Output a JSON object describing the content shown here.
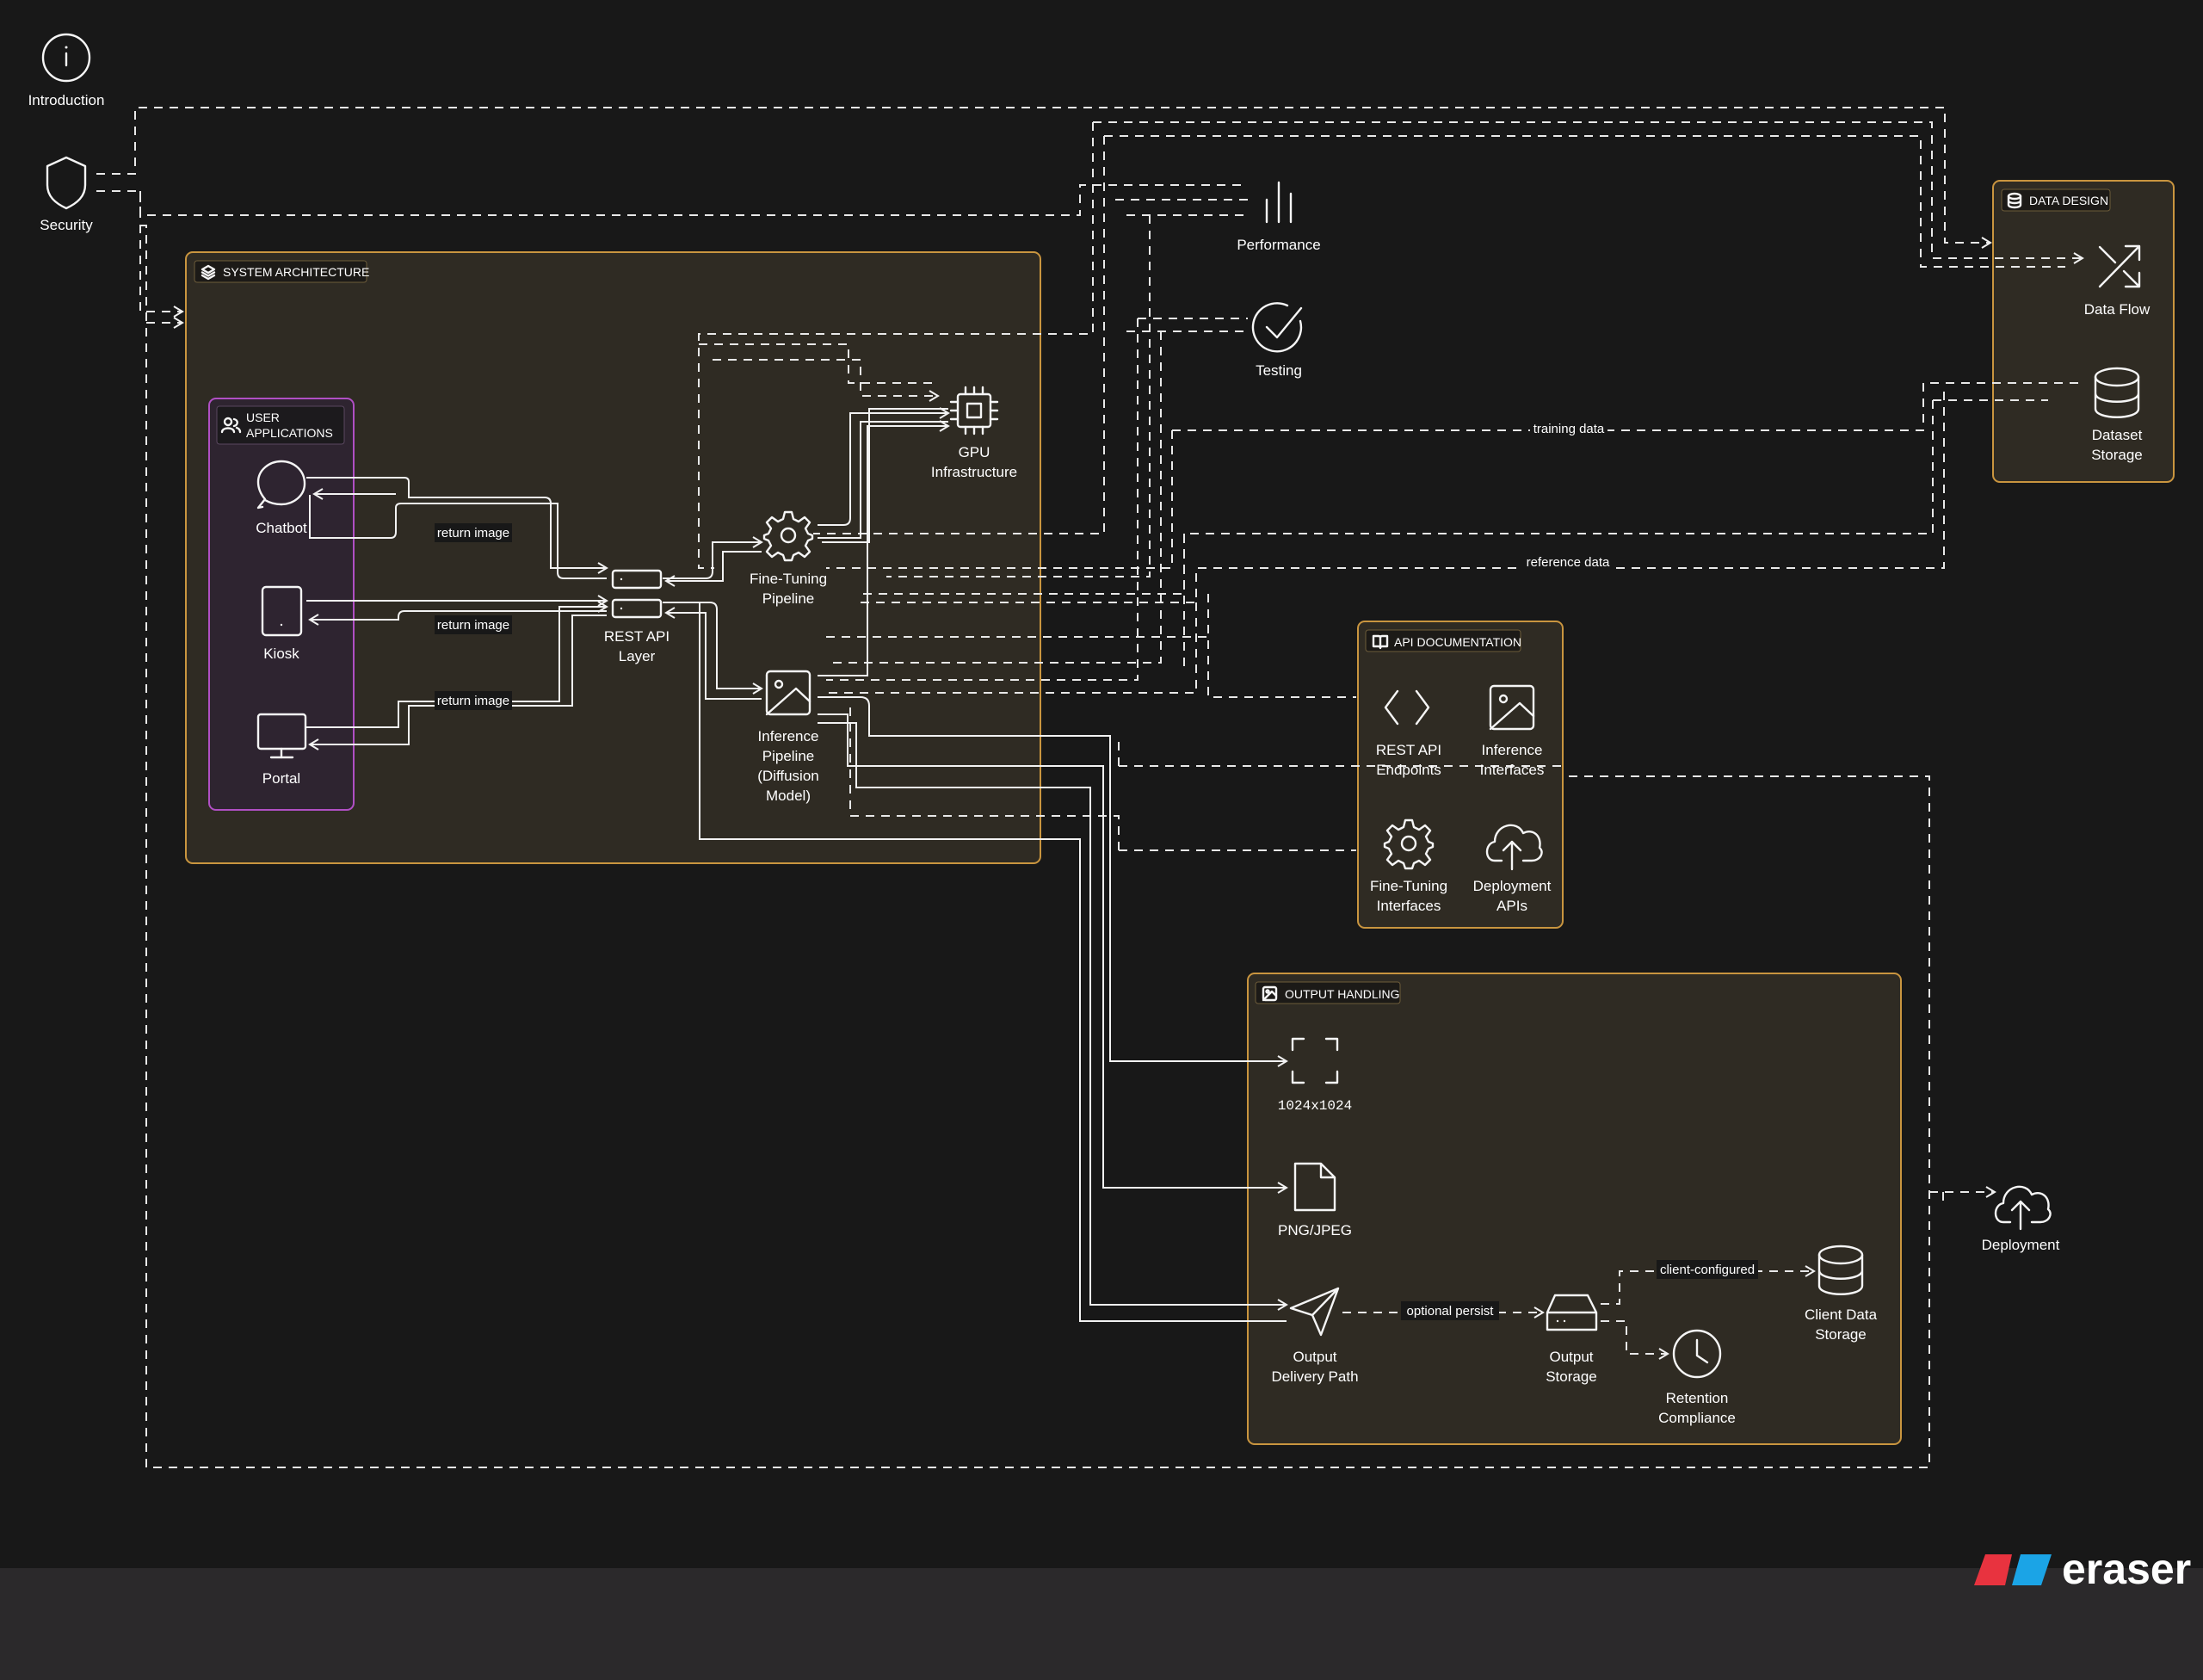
{
  "nodes": {
    "introduction": "Introduction",
    "security": "Security",
    "performance": "Performance",
    "testing": "Testing",
    "chatbot": "Chatbot",
    "kiosk": "Kiosk",
    "portal": "Portal",
    "rest_api_layer_1": "REST API",
    "rest_api_layer_2": "Layer",
    "fine_tuning_1": "Fine-Tuning",
    "fine_tuning_2": "Pipeline",
    "gpu_1": "GPU",
    "gpu_2": "Infrastructure",
    "inference_1": "Inference",
    "inference_2": "Pipeline",
    "inference_3": "(Diffusion",
    "inference_4": "Model)",
    "data_flow": "Data Flow",
    "dataset_storage_1": "Dataset",
    "dataset_storage_2": "Storage",
    "api_endpoints_1": "REST API",
    "api_endpoints_2": "Endpoints",
    "inference_interfaces_1": "Inference",
    "inference_interfaces_2": "Interfaces",
    "fine_tuning_interfaces_1": "Fine-Tuning",
    "fine_tuning_interfaces_2": "Interfaces",
    "deployment_apis_1": "Deployment",
    "deployment_apis_2": "APIs",
    "resolution": "1024x1024",
    "format": "PNG/JPEG",
    "output_delivery_1": "Output",
    "output_delivery_2": "Delivery Path",
    "output_storage_1": "Output",
    "output_storage_2": "Storage",
    "retention_1": "Retention",
    "retention_2": "Compliance",
    "client_storage_1": "Client Data",
    "client_storage_2": "Storage",
    "deployment": "Deployment"
  },
  "groups": {
    "system_architecture": "SYSTEM ARCHITECTURE",
    "user_applications_1": "USER",
    "user_applications_2": "APPLICATIONS",
    "data_design": "DATA DESIGN",
    "api_documentation": "API DOCUMENTATION",
    "output_handling": "OUTPUT HANDLING"
  },
  "edges": {
    "return_image_1": "return image",
    "return_image_2": "return image",
    "return_image_3": "return image",
    "training_data": "training data",
    "reference_data": "reference data",
    "optional_persist": "optional persist",
    "client_configured": "client-configured"
  },
  "colors": {
    "background": "#181818",
    "group_border": "#c9953f",
    "group_fill": "#2f2b23",
    "user_apps_border": "#b04fc4",
    "user_apps_fill": "#2e2430",
    "footer": "#2b292b",
    "logo_red": "#e8333f",
    "logo_blue": "#1ba4e6"
  },
  "logo": {
    "text": "eraser"
  }
}
